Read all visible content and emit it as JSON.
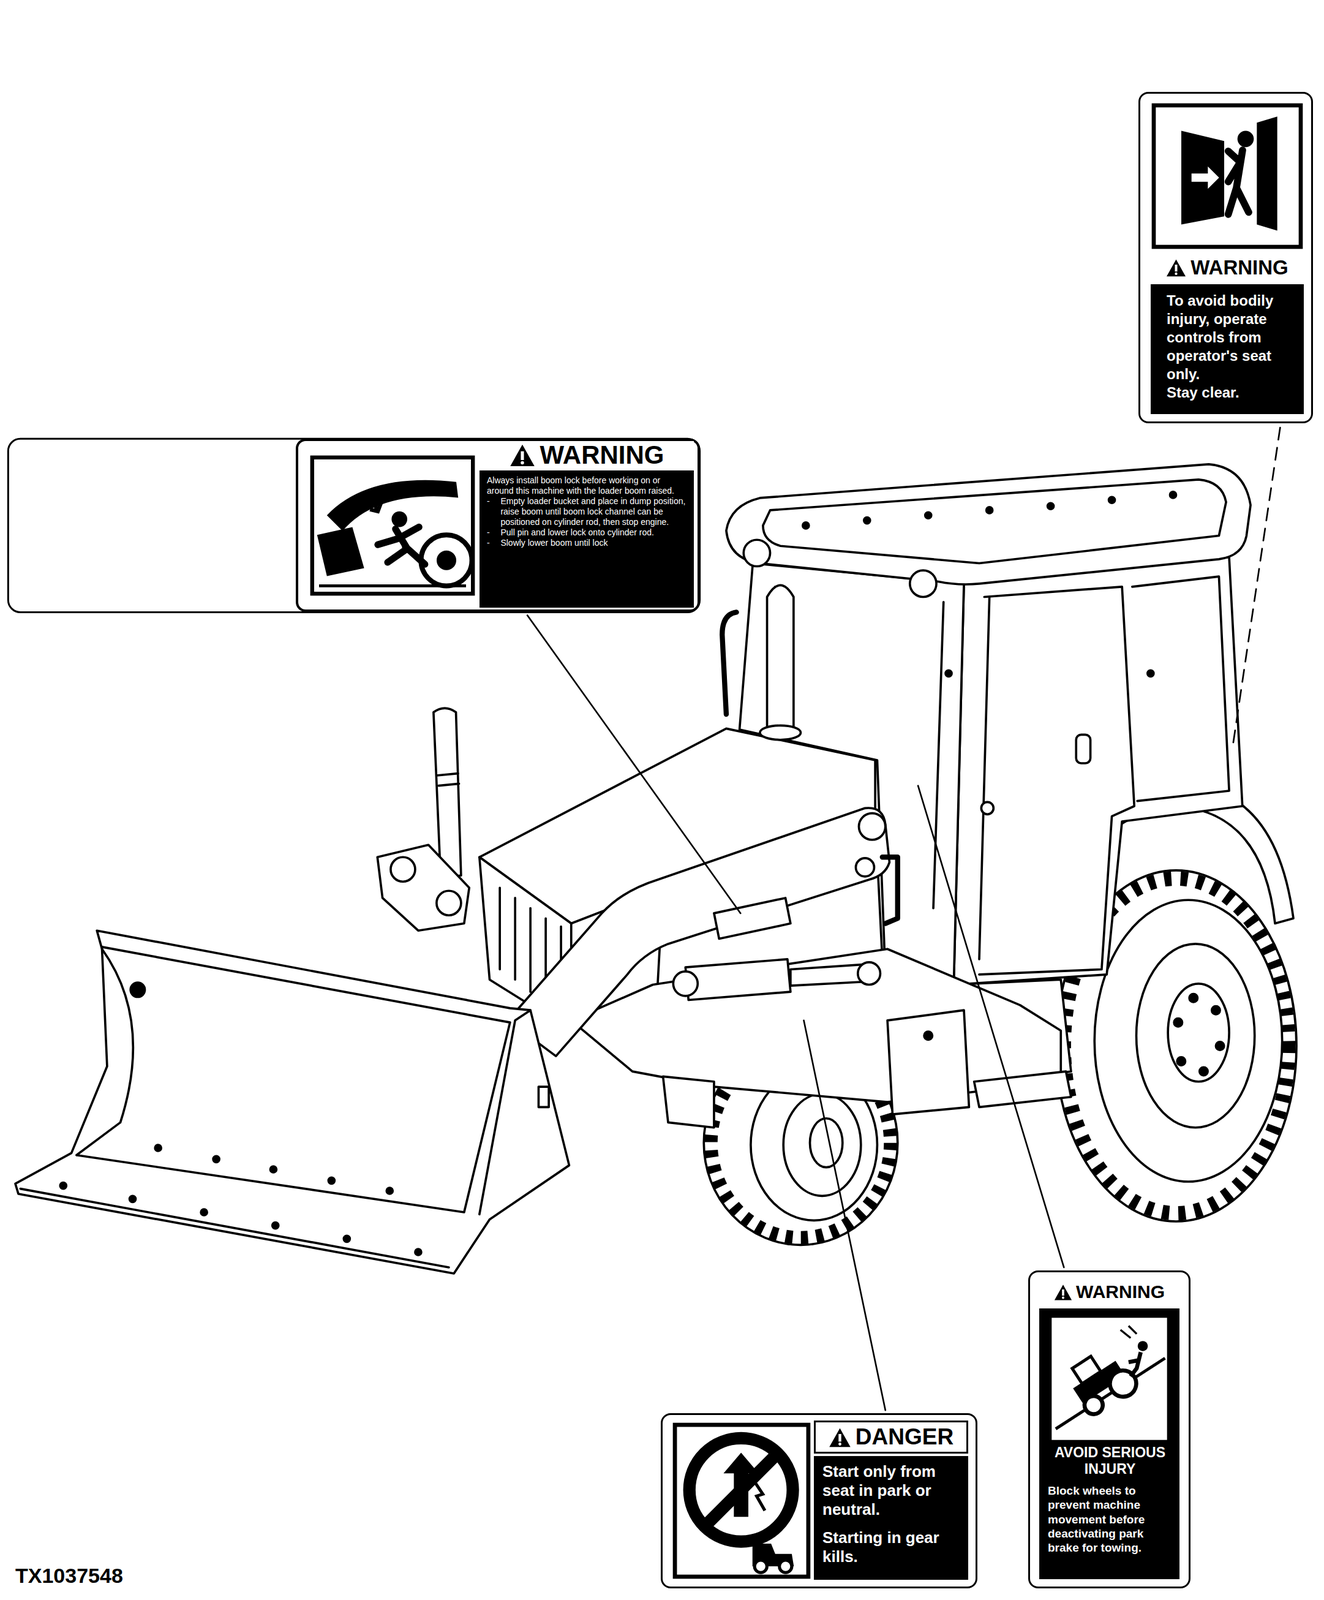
{
  "diagram": {
    "nodes": [
      {
        "text": [
          "WARNING",
          "To avoid bodily injury, operate controls from operator's seat only.",
          "Stay clear."
        ]
      },
      {
        "text": [
          "WARNING",
          "Always install boom lock before working on or around this machine with the loader boom raised.",
          "-",
          "Empty loader bucket and place in dump position, raise boom until boom lock channel can be positioned on cylinder rod, then stop engine.",
          "-",
          "Pull pin and lower lock onto cylinder rod.",
          "-",
          "Slowly lower boom until lock"
        ]
      },
      {
        "text": [
          "WARNING",
          "AVOID SERIOUS INJURY",
          "Block wheels to prevent machine movement before deactivating park brake for towing."
        ]
      },
      {
        "text": [
          "DANGER",
          "Start only from seat in park or neutral.",
          "Starting in gear kills."
        ]
      }
    ],
    "labels": [
      "TX1037548"
    ]
  }
}
